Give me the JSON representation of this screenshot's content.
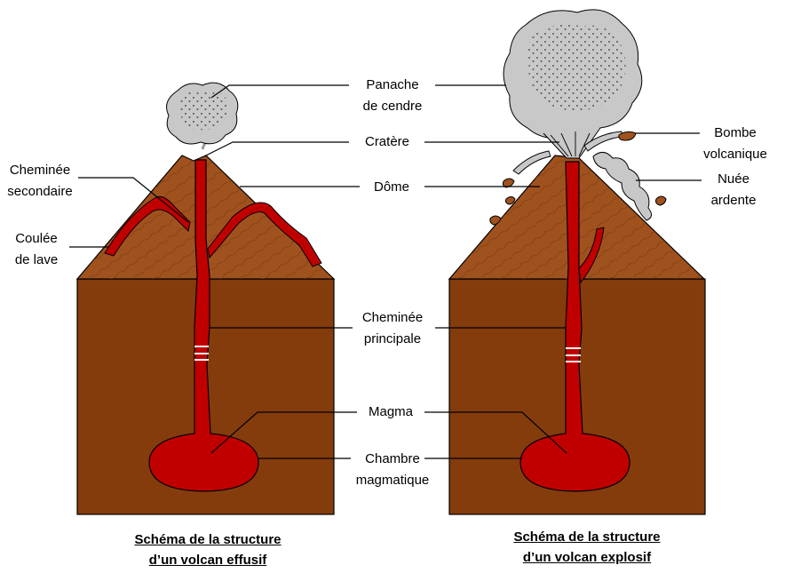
{
  "labels": {
    "panache": [
      "Panache",
      "de cendre"
    ],
    "cratere": [
      "Cratère"
    ],
    "dome": [
      "Dôme"
    ],
    "cheminee_principale": [
      "Cheminée",
      "principale"
    ],
    "magma": [
      "Magma"
    ],
    "chambre": [
      "Chambre",
      "magmatique"
    ],
    "cheminee_secondaire": [
      "Cheminée",
      "secondaire"
    ],
    "coulee": [
      "Coulée",
      "de lave"
    ],
    "bombe": [
      "Bombe",
      "volcanique"
    ],
    "nuee": [
      "Nuée",
      "ardente"
    ]
  },
  "captions": {
    "effusif": [
      "Schéma de la structure",
      "d’un volcan effusif"
    ],
    "explosif": [
      "Schéma de la structure",
      "d’un volcan explosif"
    ]
  },
  "colors": {
    "ground": "#843c0c",
    "cone": "#a0521e",
    "magma": "#c00000",
    "ash": "#c8c8c8",
    "lines": "#000000"
  }
}
